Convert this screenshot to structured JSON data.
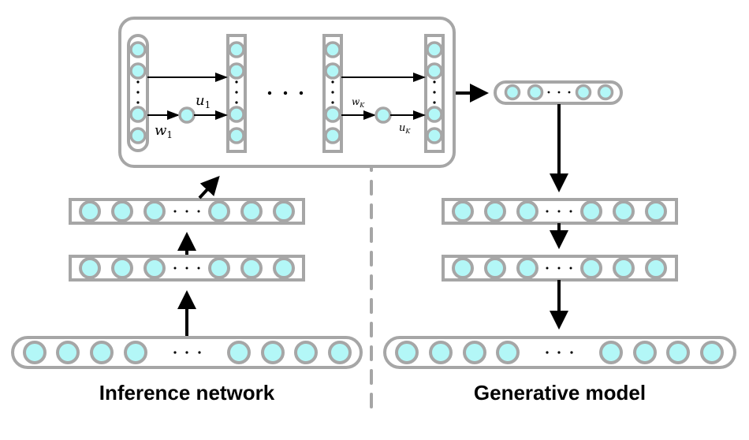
{
  "diagram": {
    "title": "Inference network and generative model with normalizing flow",
    "captions": {
      "inference": "Inference network",
      "generative": "Generative model"
    },
    "ellipsis": "· · ·",
    "flow": {
      "labels": {
        "w1": "w",
        "w1_sub": "1",
        "u1": "u",
        "u1_sub": "1",
        "wK": "w",
        "wK_sub": "K",
        "uK": "u",
        "uK_sub": "K"
      }
    },
    "colors": {
      "node_fill": "#b3f7f7",
      "node_stroke": "#a6a6a6",
      "box_stroke": "#a6a6a6",
      "arrow": "#000000"
    }
  }
}
